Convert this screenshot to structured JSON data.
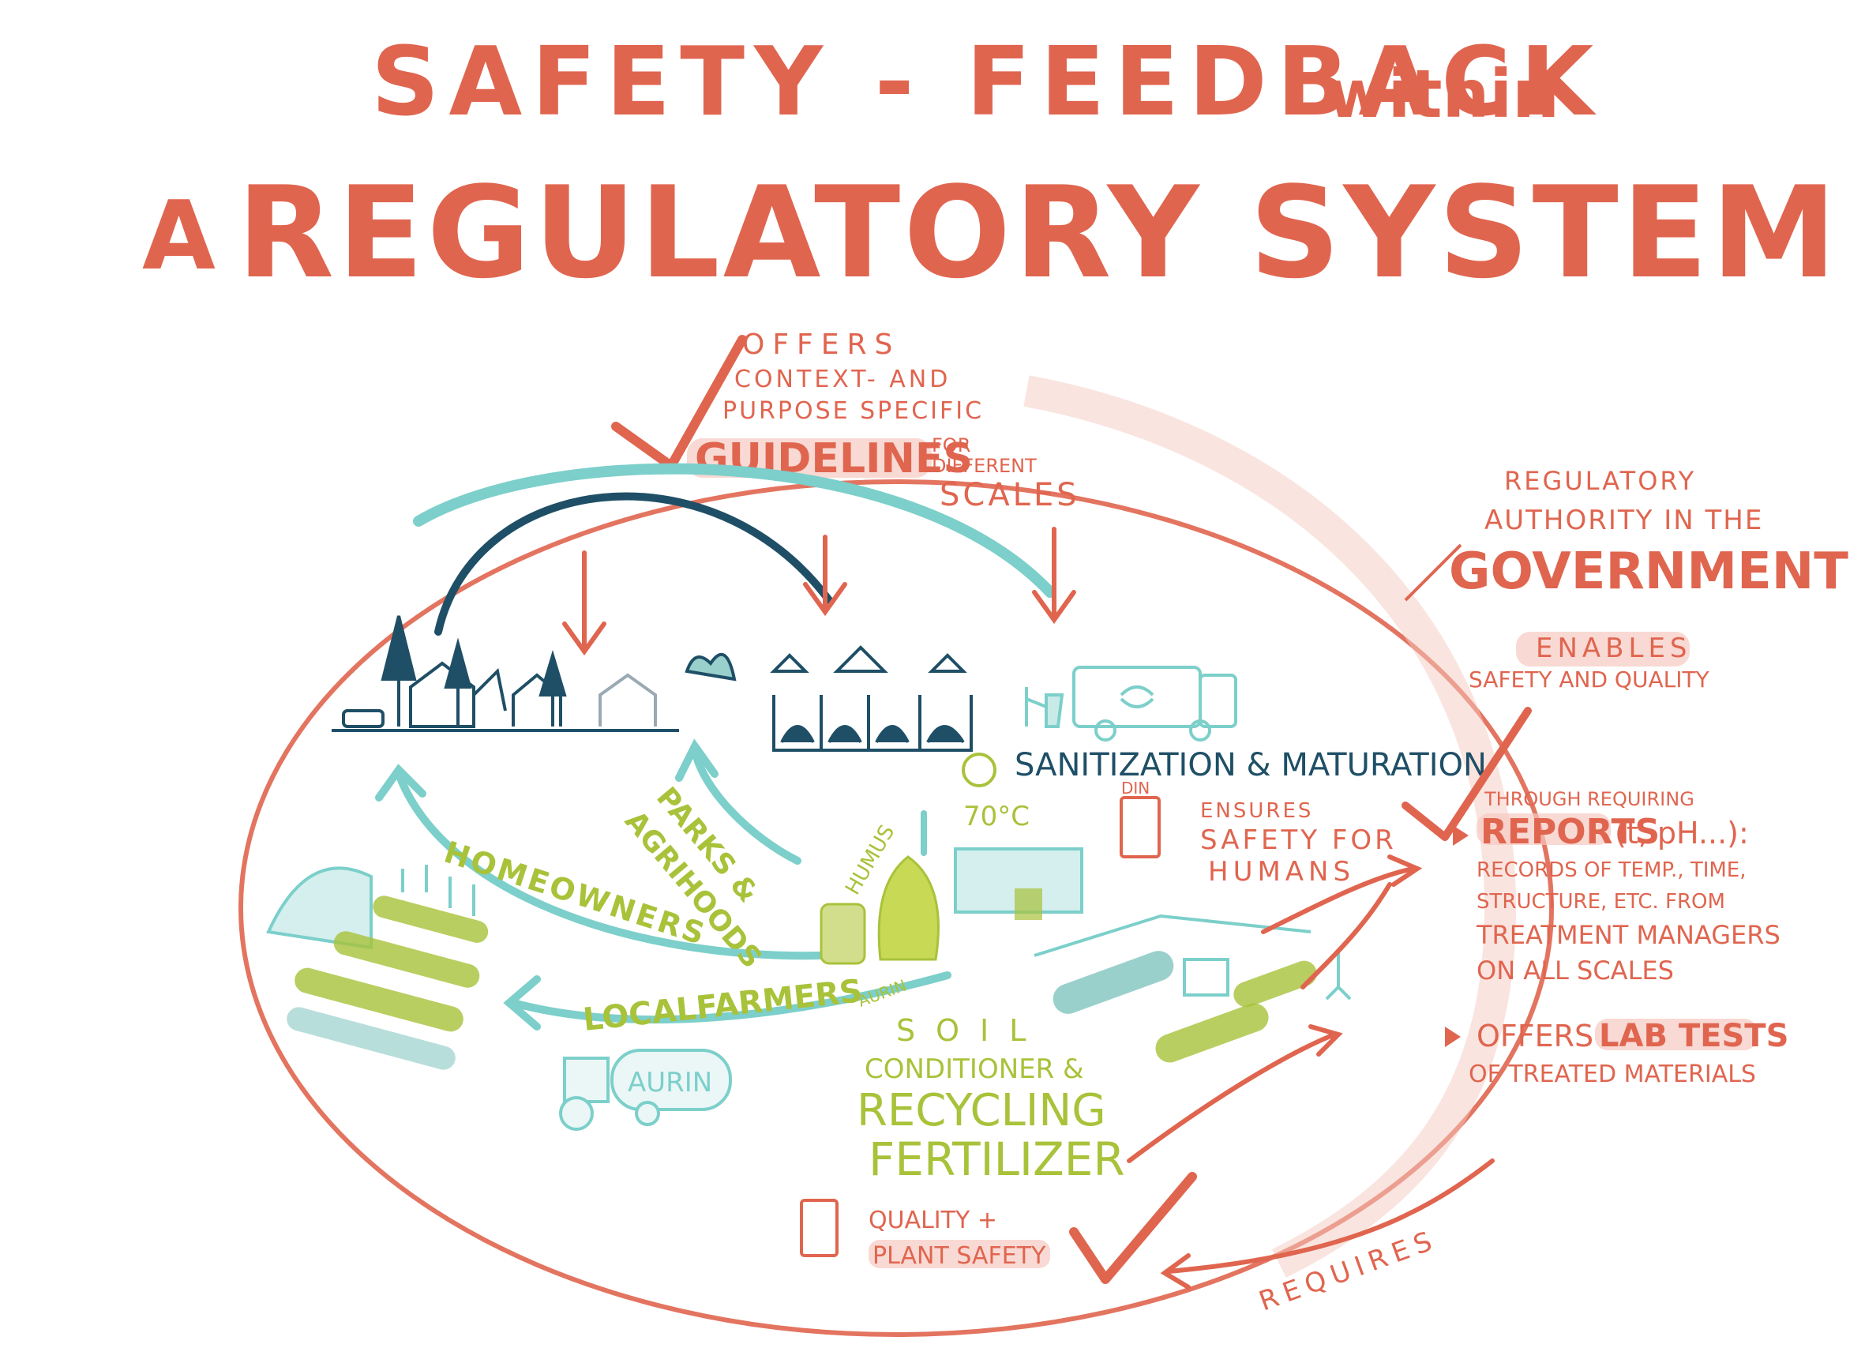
{
  "title": {
    "line1": "SAFETY - FEEDBACK",
    "line1_small": "within",
    "line2_prefix": "A",
    "line2": "REGULATORY SYSTEM"
  },
  "top_note": {
    "line1": "OFFERS",
    "line2": "CONTEXT- AND",
    "line3": "PURPOSE SPECIFIC",
    "guidelines": "GUIDELINES",
    "for_diff_1": "FOR",
    "for_diff_2": "DIFFERENT",
    "scales": "SCALES"
  },
  "government": {
    "line1": "REGULATORY",
    "line2": "AUTHORITY IN THE",
    "line3": "GOVERNMENT",
    "enables": "ENABLES",
    "enables_sub": "SAFETY AND QUALITY"
  },
  "reports": {
    "intro": "THROUGH REQUIRING",
    "title": "REPORTS",
    "params": "(t, pH...):",
    "line1": "RECORDS OF TEMP., TIME,",
    "line2": "STRUCTURE, ETC. FROM",
    "line3": "TREATMENT MANAGERS",
    "line4": "ON ALL SCALES"
  },
  "lab": {
    "offers": "OFFERS",
    "lab_tests": "LAB TESTS",
    "line2": "OF TREATED MATERIALS"
  },
  "requires": "REQUIRES",
  "sanitization": "SANITIZATION & MATURATION",
  "temperature": "70°C",
  "din": "DIN",
  "ensures": {
    "line1": "ENSURES",
    "line2": "SAFETY FOR",
    "line3": "HUMANS"
  },
  "groups": {
    "homeowners": "HOMEOWNERS",
    "parks_1": "PARKS &",
    "parks_2": "AGRIHOODS",
    "local_farmers": "LOCALFARMERS"
  },
  "products": {
    "humus": "HUMUS",
    "aurin_small": "AURIN",
    "aurin_truck": "AURIN",
    "soil": "SOIL",
    "conditioner": "CONDITIONER &",
    "recycling": "RECYCLING",
    "fertilizer": "FERTILIZER"
  },
  "quality": {
    "line1": "QUALITY +",
    "line2": "PLANT SAFETY"
  },
  "colors": {
    "red": "#e0654f",
    "teal": "#5fc3bf",
    "navy": "#1f4f66",
    "green": "#a8c23a",
    "pink": "#f6c9c0"
  }
}
